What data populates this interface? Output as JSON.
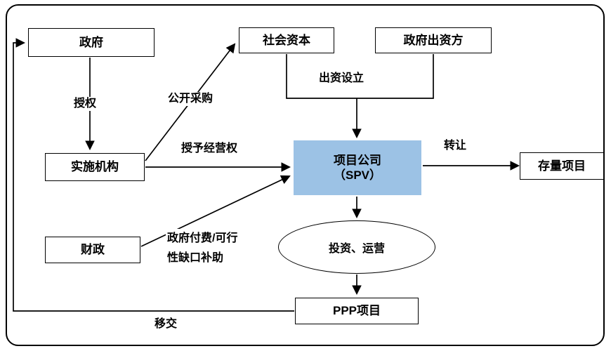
{
  "colors": {
    "spv_fill": "#9cc2e5",
    "line": "#000000",
    "node_border": "#000000",
    "background": "#ffffff"
  },
  "nodes": {
    "government": {
      "label": "政府"
    },
    "social_capital": {
      "label": "社会资本"
    },
    "government_funder": {
      "label": "政府出资方"
    },
    "implementing_agency": {
      "label": "实施机构"
    },
    "spv": {
      "label_line1": "项目公司",
      "label_line2": "（SPV）"
    },
    "existing_project": {
      "label": "存量项目"
    },
    "finance": {
      "label": "财政"
    },
    "investment_operation": {
      "label": "投资、运营"
    },
    "ppp_project": {
      "label": "PPP项目"
    }
  },
  "edges": {
    "authorize": {
      "label": "授权",
      "from": "government",
      "to": "implementing_agency"
    },
    "public_procurement": {
      "label": "公开采购",
      "from": "implementing_agency",
      "to": "social_capital"
    },
    "fund_establishment": {
      "label": "出资设立",
      "from": "social_capital, government_funder",
      "to": "spv"
    },
    "grant_operation_right": {
      "label": "授予经营权",
      "from": "implementing_agency",
      "to": "spv"
    },
    "transfer": {
      "label": "转让",
      "from": "spv",
      "to": "existing_project"
    },
    "gov_pay_viability_gap": {
      "label_line1": "政府付费/可行",
      "label_line2": "性缺口补助",
      "from": "finance",
      "to": "spv"
    },
    "invest_operate": {
      "from": "spv",
      "to": "investment_operation"
    },
    "operate_ppp": {
      "from": "investment_operation",
      "to": "ppp_project"
    },
    "handover": {
      "label": "移交",
      "from": "ppp_project",
      "to": "government"
    }
  }
}
